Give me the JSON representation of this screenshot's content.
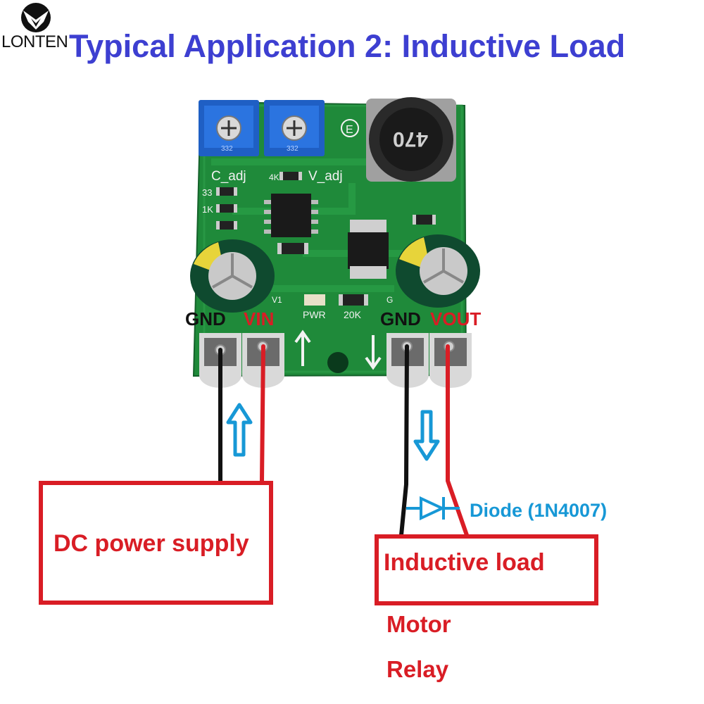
{
  "brand": {
    "name": "LONTEN",
    "logo_icon": "eagle-logo-icon"
  },
  "title": "Typical Application 2: Inductive Load",
  "board": {
    "pot_labels": {
      "current": "C_adj",
      "voltage": "V_adj",
      "pot_code": "332"
    },
    "resistor_labels": {
      "r33": "33",
      "r1k": "1K",
      "r4k": "4K"
    },
    "inductor_marking": "470",
    "silk_labels": {
      "pwr": "PWR",
      "r20k": "20K",
      "v1": "V1",
      "g": "G",
      "e_mark": "E"
    }
  },
  "terminals": {
    "input_gnd": "GND",
    "input_vin": "VIN",
    "output_gnd": "GND",
    "output_vout": "VOUT"
  },
  "boxes": {
    "power": "DC power supply",
    "load": "Inductive load"
  },
  "diode_label": "Diode (1N4007)",
  "load_examples": [
    "Motor",
    "Relay"
  ],
  "colors": {
    "title": "#3d3fd1",
    "accent_red": "#d91d25",
    "arrow_blue": "#1798d6",
    "pcb_green": "#1f8a3a",
    "wire_black": "#111111"
  }
}
